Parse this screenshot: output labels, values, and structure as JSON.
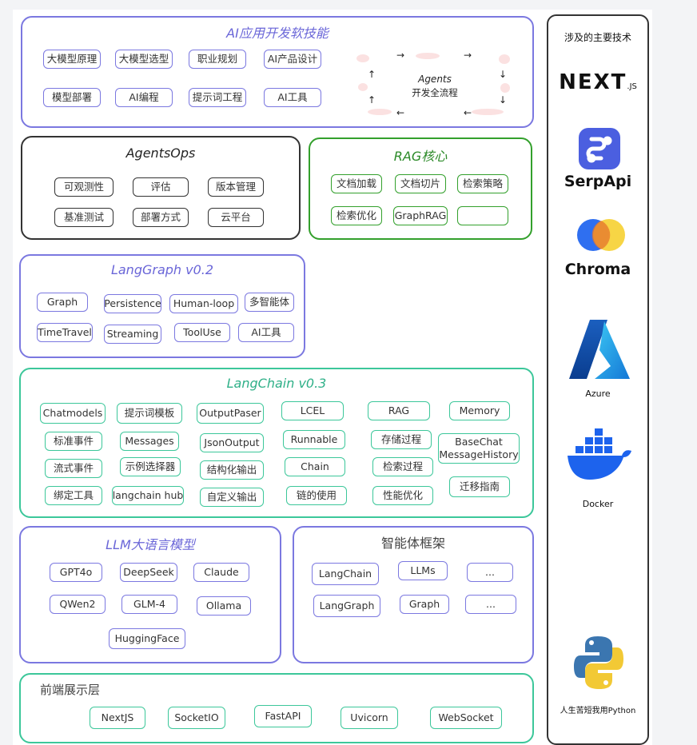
{
  "colors": {
    "purple": "#7b78e0",
    "green": "#3cc79a",
    "dark_green": "#33a02c",
    "black": "#333333"
  },
  "ai_skills": {
    "title": "AI应用开发软技能",
    "chips": [
      "大模型原理",
      "大模型选型",
      "职业规划",
      "AI产品设计",
      "模型部署",
      "AI编程",
      "提示词工程",
      "AI工具"
    ],
    "agents_label": "Agents",
    "agents_sub": "开发全流程"
  },
  "agentsops": {
    "title": "AgentsOps",
    "chips": [
      "可观测性",
      "评估",
      "版本管理",
      "基准测试",
      "部署方式",
      "云平台"
    ]
  },
  "rag": {
    "title": "RAG核心",
    "chips": [
      "文档加载",
      "文档切片",
      "检索策略",
      "检索优化",
      "GraphRAG",
      ""
    ]
  },
  "langgraph": {
    "title": "LangGraph v0.2",
    "chips": [
      "Graph",
      "Persistence",
      "Human-loop",
      "多智能体",
      "TimeTravel",
      "Streaming",
      "ToolUse",
      "AI工具"
    ]
  },
  "langchain": {
    "title": "LangChain v0.3",
    "chips": [
      "Chatmodels",
      "提示词模板",
      "OutputPaser",
      "LCEL",
      "RAG",
      "Memory",
      "标准事件",
      "Messages",
      "JsonOutput",
      "Runnable",
      "存储过程",
      "BaseChat\nMessageHistory",
      "流式事件",
      "示例选择器",
      "结构化输出",
      "Chain",
      "检索过程",
      "绑定工具",
      "langchain hub",
      "自定义输出",
      "链的使用",
      "性能优化",
      "迁移指南"
    ]
  },
  "llm": {
    "title": "LLM大语言模型",
    "chips": [
      "GPT4o",
      "DeepSeek",
      "Claude",
      "QWen2",
      "GLM-4",
      "Ollama",
      "HuggingFace"
    ]
  },
  "agent_framework": {
    "title": "智能体框架",
    "chips": [
      "LangChain",
      "LLMs",
      "...",
      "LangGraph",
      "Graph",
      "..."
    ]
  },
  "frontend": {
    "title": "前端展示层",
    "chips": [
      "NextJS",
      "SocketIO",
      "FastAPI",
      "Uvicorn",
      "WebSocket"
    ]
  },
  "sidebar": {
    "title": "涉及的主要技术",
    "nextjs": "NEXT",
    "nextjs_suffix": ".JS",
    "serpapi": "SerpApi",
    "chroma": "Chroma",
    "azure": "Azure",
    "docker": "Docker",
    "python": "人生苦短我用Python"
  }
}
